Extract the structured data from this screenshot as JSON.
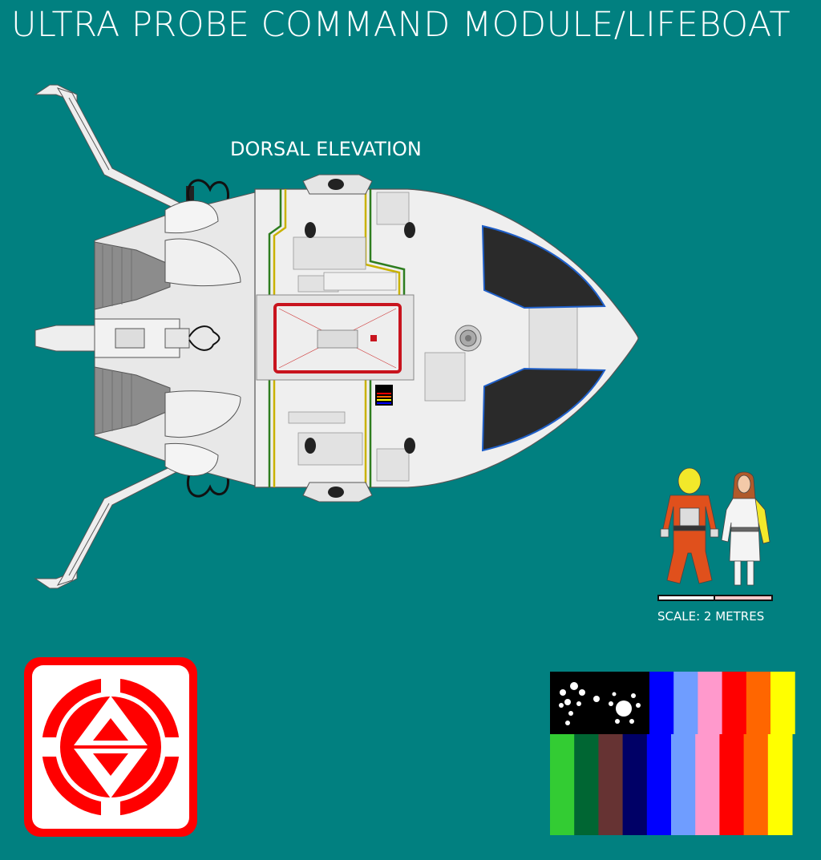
{
  "header": {
    "title": "ULTRA PROBE COMMAND MODULE/LIFEBOAT"
  },
  "diagram": {
    "view_label": "DORSAL ELEVATION"
  },
  "scale": {
    "label": "SCALE: 2 METRES"
  },
  "colors": {
    "background": "#018080",
    "hull": "#efefef",
    "hull_outline": "#555555",
    "hatch_red": "#c8141e",
    "stripe_green": "#2e7d1f",
    "stripe_yellow": "#c9b200",
    "canopy": "#2a2a2a",
    "canopy_edge": "#1f5fc8",
    "logo_red": "#ff0000",
    "suit_orange": "#e0501c",
    "suit_yellow": "#f2e82a"
  },
  "flag": {
    "top_stripes": [
      "#0000ff",
      "#6f9dff",
      "#ff99cc",
      "#ff0000",
      "#ff6600",
      "#ffff00"
    ],
    "bottom_stripes": [
      "#33cc33",
      "#006633",
      "#663333",
      "#000066",
      "#0000ff",
      "#6f9dff",
      "#ff99cc",
      "#ff0000",
      "#ff6600",
      "#ffff00"
    ]
  },
  "icons": {
    "logo": "alpha-insignia-icon",
    "star_field": "star-field-icon"
  }
}
